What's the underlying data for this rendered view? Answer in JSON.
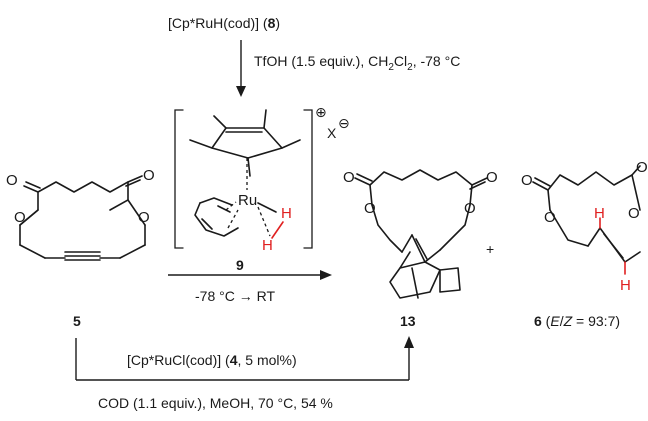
{
  "reagent_top": {
    "complex_prefix": "[Cp*RuH(cod)] (",
    "complex_number": "8",
    "complex_suffix": ")",
    "conditions_prefix": "TfOH (1.5 equiv.), CH",
    "conditions_sub1": "2",
    "conditions_mid": "Cl",
    "conditions_sub2": "2",
    "conditions_suffix": ", -78 °C"
  },
  "intermediate": {
    "label": "9",
    "metal": "Ru",
    "hydride1": "H",
    "hydride2": "H",
    "counterion": "X",
    "charge_plus": "⊕",
    "charge_minus": "⊖"
  },
  "main_arrow": {
    "below": "-78 °C → RT"
  },
  "substrate": {
    "label": "5",
    "o_carbonyl_left": "O",
    "o_carbonyl_right": "O",
    "o_ester_left": "O",
    "o_ester_right": "O"
  },
  "product_13": {
    "label": "13",
    "o_carbonyl_left": "O",
    "o_carbonyl_right": "O",
    "o_ester_left": "O",
    "o_ester_right": "O"
  },
  "plus_sign": "+",
  "product_6": {
    "label_number": "6",
    "label_ratio_prefix": " (",
    "label_ratio_E": "E",
    "label_ratio_slash": "/",
    "label_ratio_Z": "Z",
    "label_ratio_value": " = 93:7)",
    "h_top": "H",
    "h_bottom": "H",
    "o_carbonyl_left": "O",
    "o_carbonyl_right": "O",
    "o_ester_left": "O",
    "o_ester_right": "O"
  },
  "bottom_path": {
    "complex_prefix": "[Cp*RuCl(cod)] (",
    "complex_number": "4",
    "complex_suffix": ", 5 mol%)",
    "conditions": "COD (1.1 equiv.), MeOH, 70 °C, 54 %"
  },
  "colors": {
    "ink": "#1a1a1a",
    "highlight": "#e02020"
  }
}
